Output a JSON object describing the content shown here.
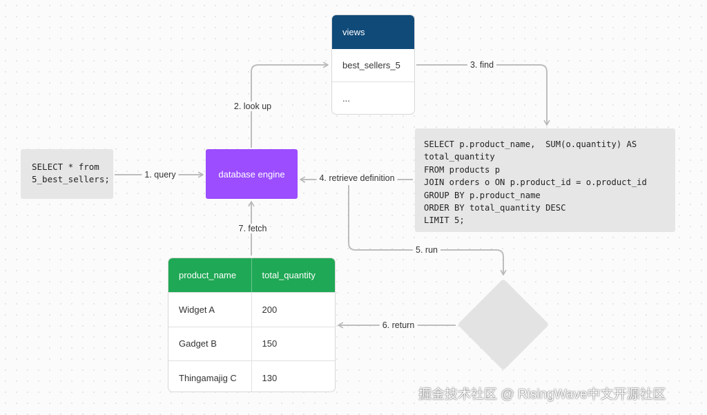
{
  "query_box": {
    "lines": [
      "SELECT * from",
      "5_best_sellers;"
    ]
  },
  "engine": {
    "label": "database engine"
  },
  "views": {
    "header": "views",
    "rows": [
      "best_sellers_5",
      "..."
    ]
  },
  "sql_definition": {
    "lines": [
      "SELECT p.product_name,  SUM(o.quantity) AS",
      "total_quantity",
      "FROM products p",
      "JOIN orders o ON p.product_id = o.product_id",
      "GROUP BY p.product_name",
      "ORDER BY total_quantity DESC",
      "LIMIT 5;"
    ]
  },
  "result_table": {
    "columns": [
      "product_name",
      "total_quantity"
    ],
    "rows": [
      [
        "Widget A",
        "200"
      ],
      [
        "Gadget B",
        "150"
      ],
      [
        "Thingamajig C",
        "130"
      ]
    ]
  },
  "steps": {
    "query": "1. query",
    "look_up": "2. look up",
    "find": "3. find",
    "retrieve": "4. retrieve definition",
    "run": "5. run",
    "return": "6. return",
    "fetch": "7. fetch"
  },
  "watermark": "掘金技术社区 @ RisingWave中文开源社区",
  "colors": {
    "engine": "#9b4dff",
    "views_header": "#0f4a79",
    "table_header": "#1fa855",
    "box_gray": "#e6e6e6",
    "arrow": "#bdbdbd"
  }
}
